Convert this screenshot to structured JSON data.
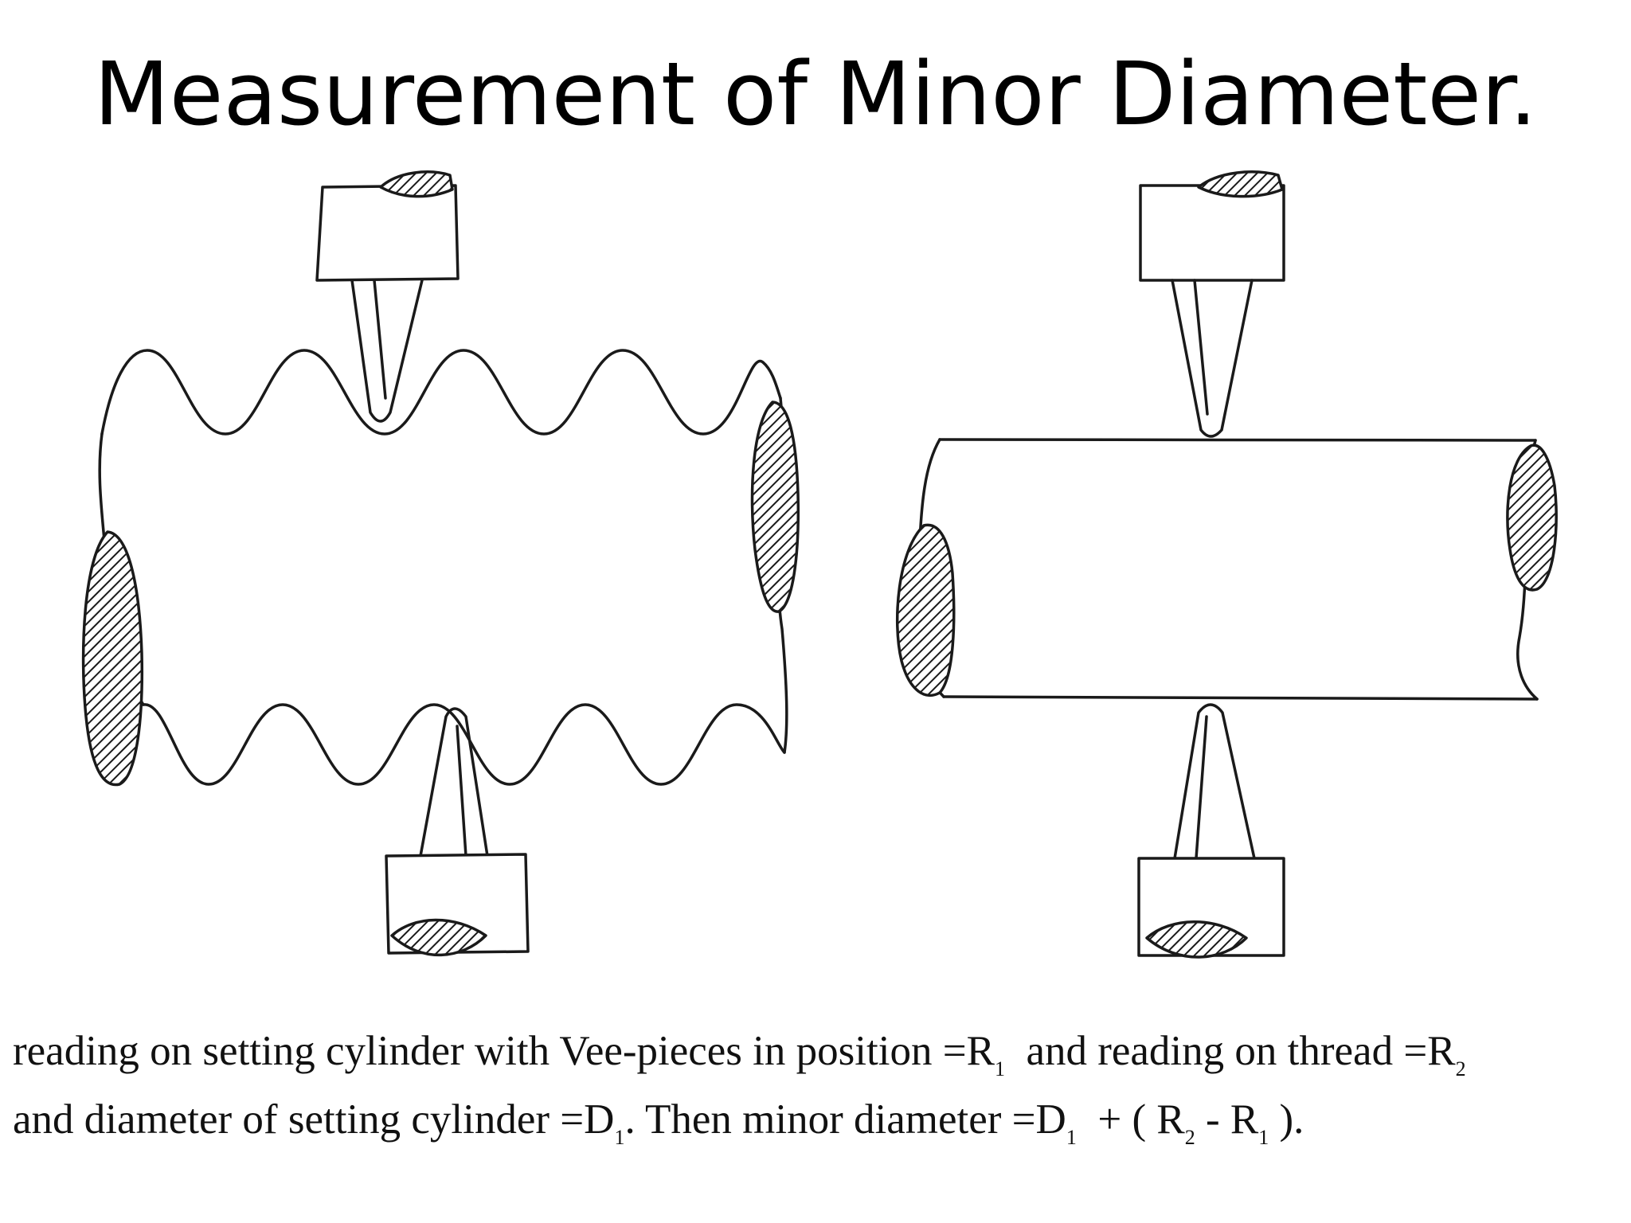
{
  "title": "Measurement of Minor Diameter.",
  "caption": {
    "line1": {
      "a": "reading on setting cylinder with Vee-pieces in position =R",
      "a_sub": "1",
      "b": "  and reading on thread =R",
      "b_sub": "2"
    },
    "line2": {
      "a": "and diameter of setting cylinder =D",
      "a_sub": "1",
      "b": ". Then minor diameter =D",
      "b_sub": "1",
      "c": "  + ( R",
      "c_sub": "2",
      "d": " - R",
      "d_sub": "1",
      "e": " )."
    }
  },
  "colors": {
    "ink": "#1a1a1a",
    "background": "#ffffff"
  }
}
